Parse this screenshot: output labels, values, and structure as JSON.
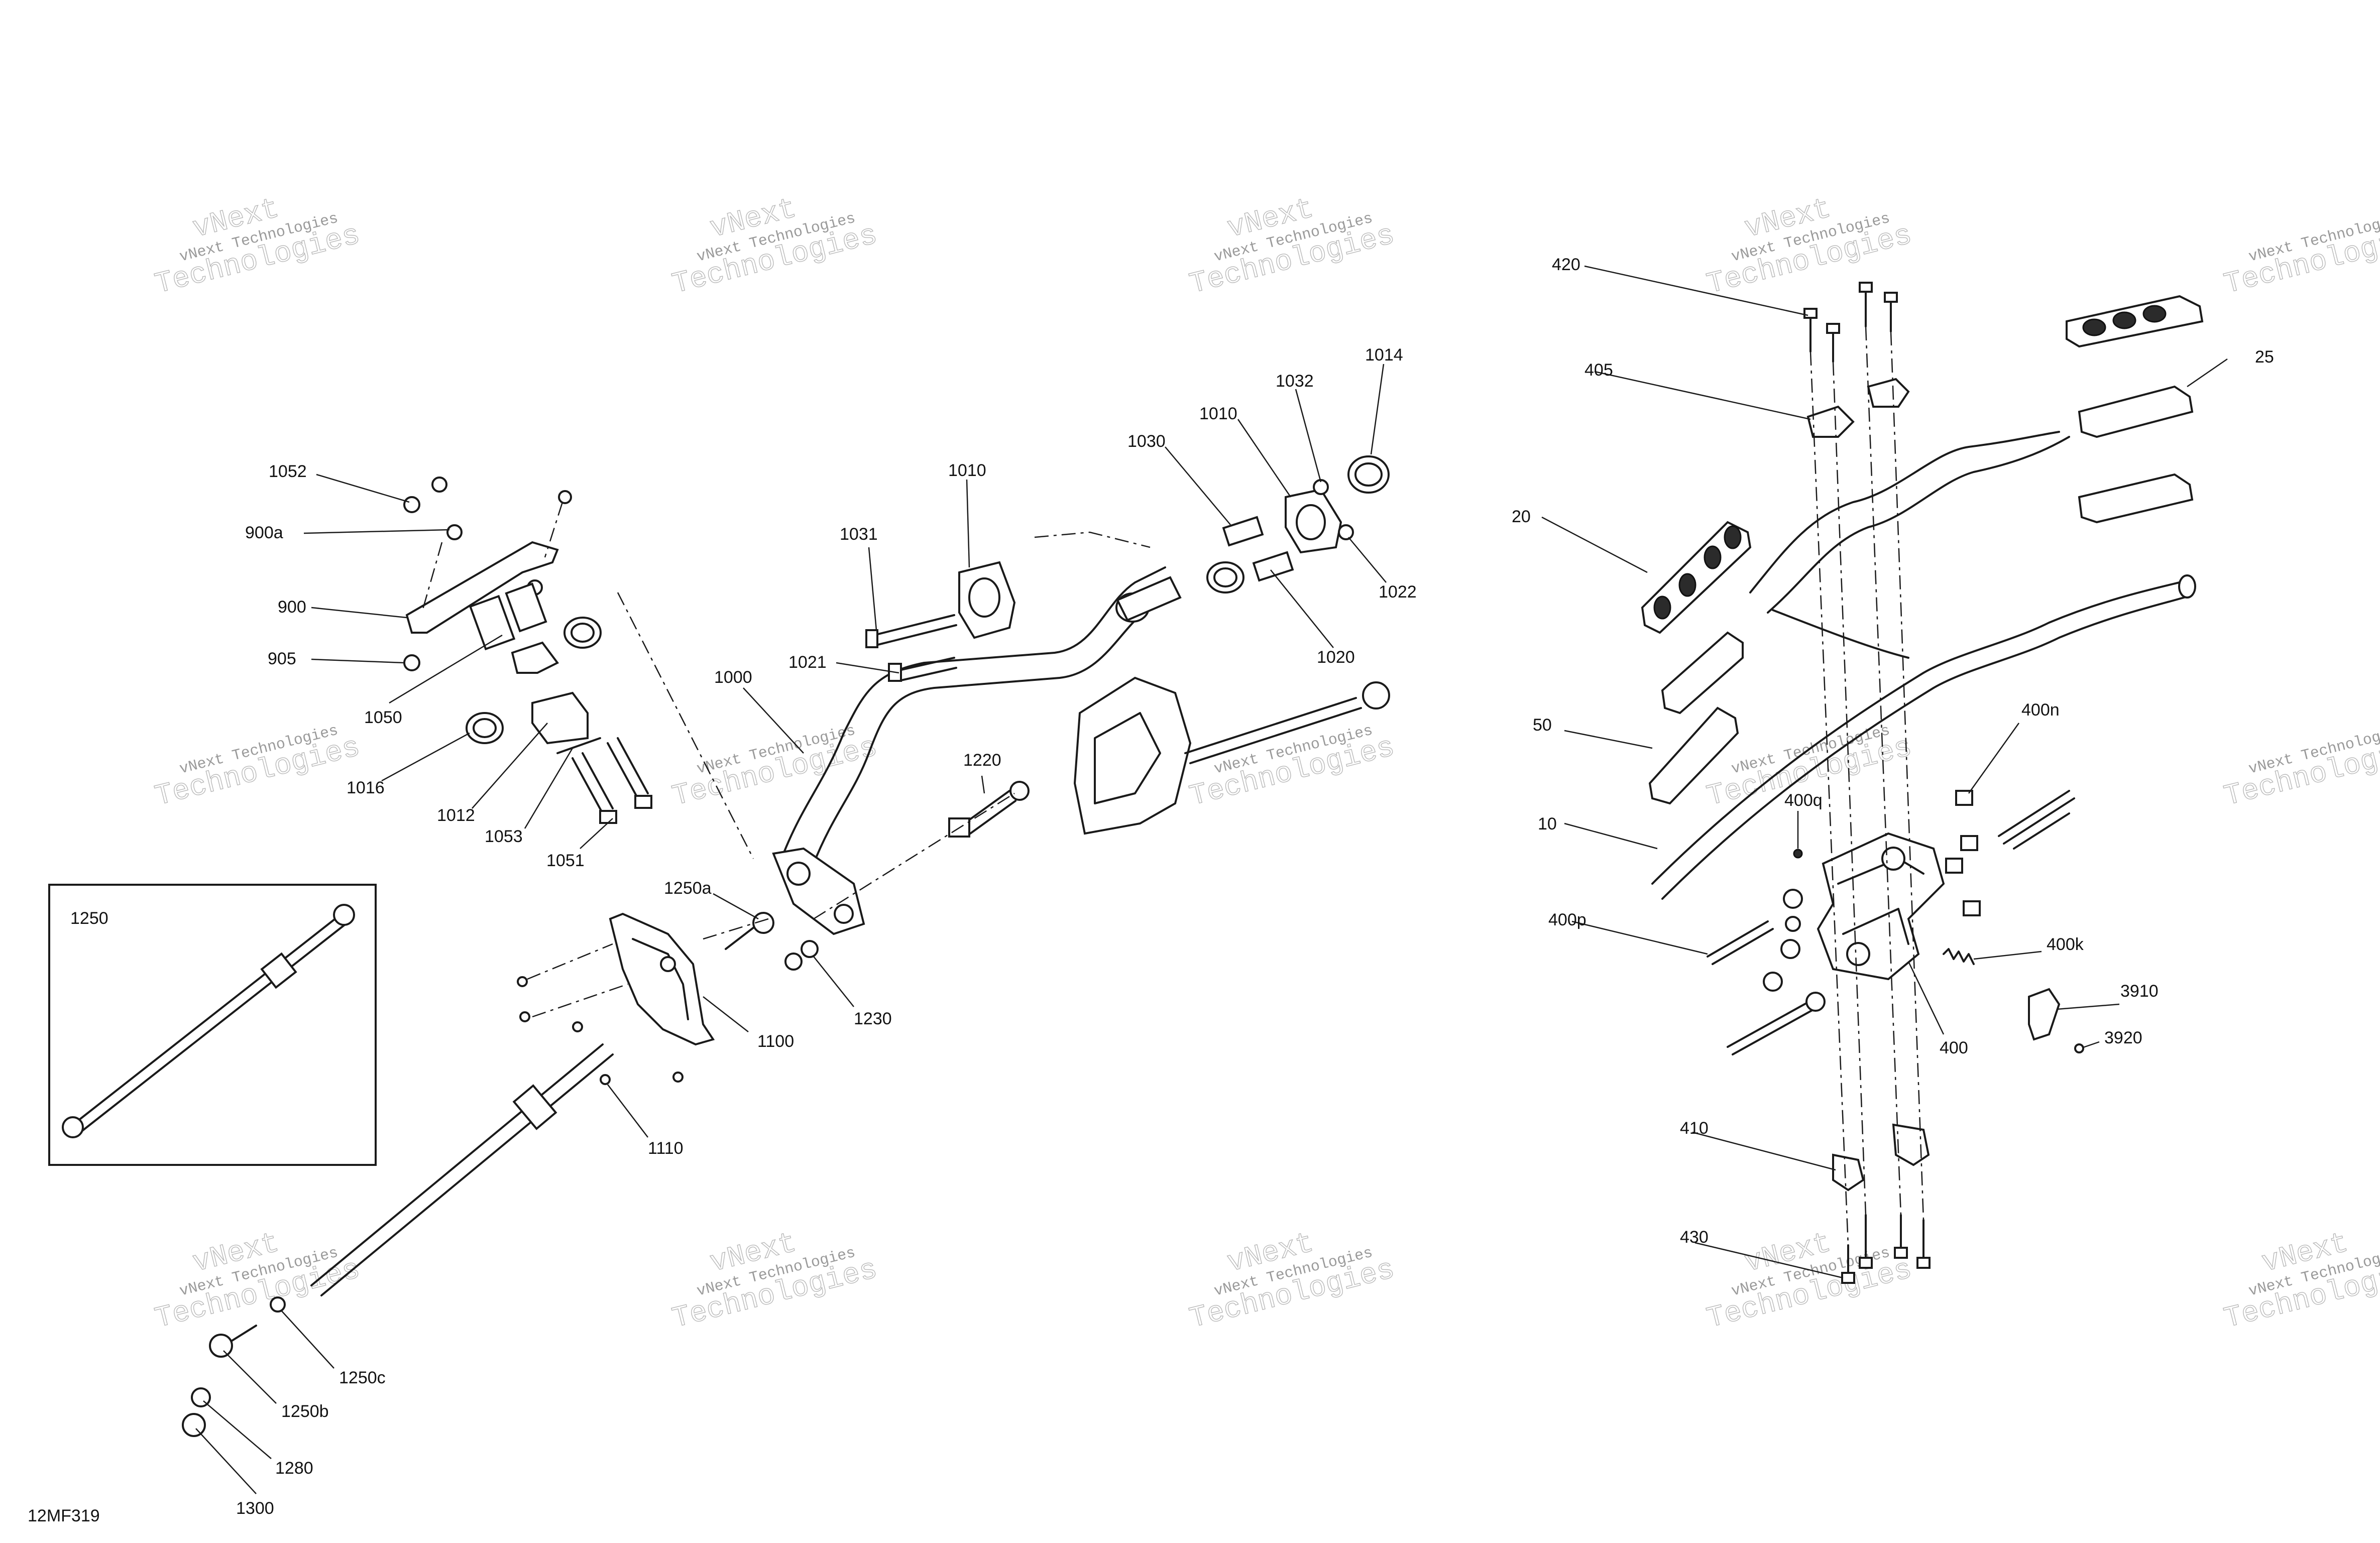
{
  "diagram_id": "12MF319",
  "watermark": {
    "brand_small": "vNext Technologies",
    "brand_big": "Technologies",
    "brand_top": "vNext"
  },
  "inset": {
    "label": "1250"
  },
  "callouts": {
    "c1052": "1052",
    "c900a": "900a",
    "c900": "900",
    "c905": "905",
    "c1050": "1050",
    "c1016": "1016",
    "c1012": "1012",
    "c1053": "1053",
    "c1051": "1051",
    "c1010a": "1010",
    "c1031": "1031",
    "c1021": "1021",
    "c1000": "1000",
    "c1030": "1030",
    "c1010b": "1010",
    "c1032": "1032",
    "c1014": "1014",
    "c1022": "1022",
    "c1020": "1020",
    "c1220": "1220",
    "c1250a": "1250a",
    "c1230": "1230",
    "c1100": "1100",
    "c1110": "1110",
    "c1250c": "1250c",
    "c1250b": "1250b",
    "c1280": "1280",
    "c1300": "1300",
    "c420": "420",
    "c405": "405",
    "c25": "25",
    "c20": "20",
    "c50": "50",
    "c10": "10",
    "c400n": "400n",
    "c400q": "400q",
    "c400p": "400p",
    "c400k": "400k",
    "c3910": "3910",
    "c3920": "3920",
    "c400": "400",
    "c410": "410",
    "c430": "430"
  }
}
